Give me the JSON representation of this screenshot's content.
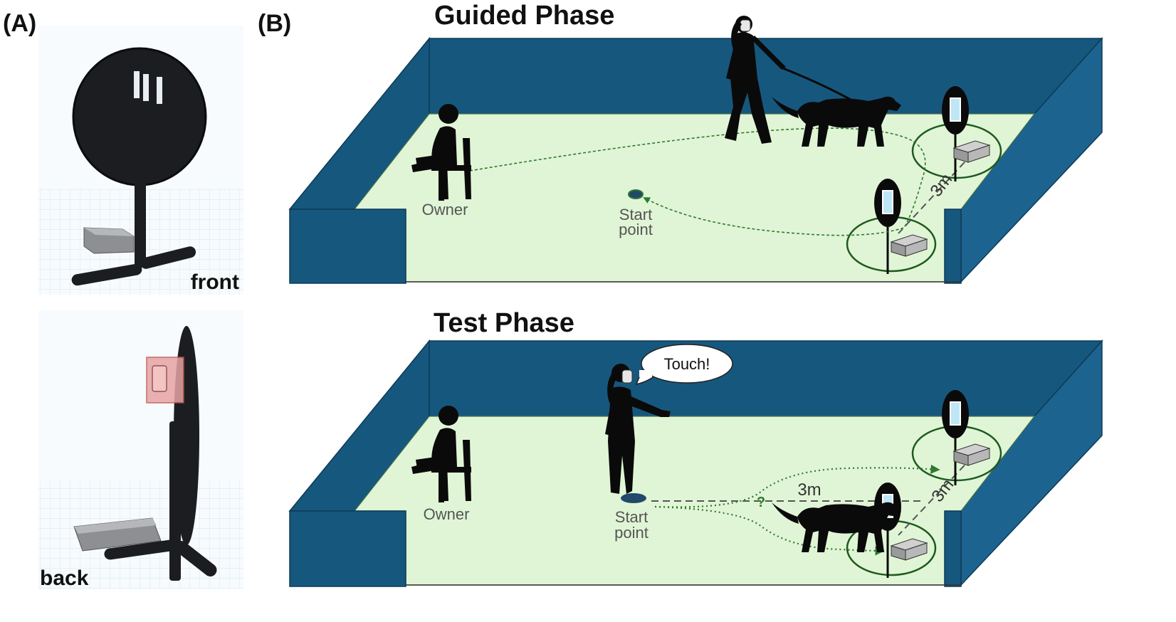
{
  "panel_a": {
    "label": "(A)",
    "front_caption": "front",
    "back_caption": "back"
  },
  "panel_b": {
    "label": "(B)",
    "guided": {
      "title": "Guided Phase",
      "owner_label": "Owner",
      "start_label_line1": "Start",
      "start_label_line2": "point",
      "distance_label": "3m"
    },
    "test": {
      "title": "Test Phase",
      "owner_label": "Owner",
      "start_label_line1": "Start",
      "start_label_line2": "point",
      "distance_horizontal": "3m",
      "distance_diagonal": "3m",
      "speech": "Touch!",
      "choice_marker": "?"
    }
  },
  "colors": {
    "wall": "#16577e",
    "floor": "#e0f5d6",
    "path": "#2f7a2f",
    "silhouette": "#0a0a0a",
    "box": "#a9a9a9"
  }
}
